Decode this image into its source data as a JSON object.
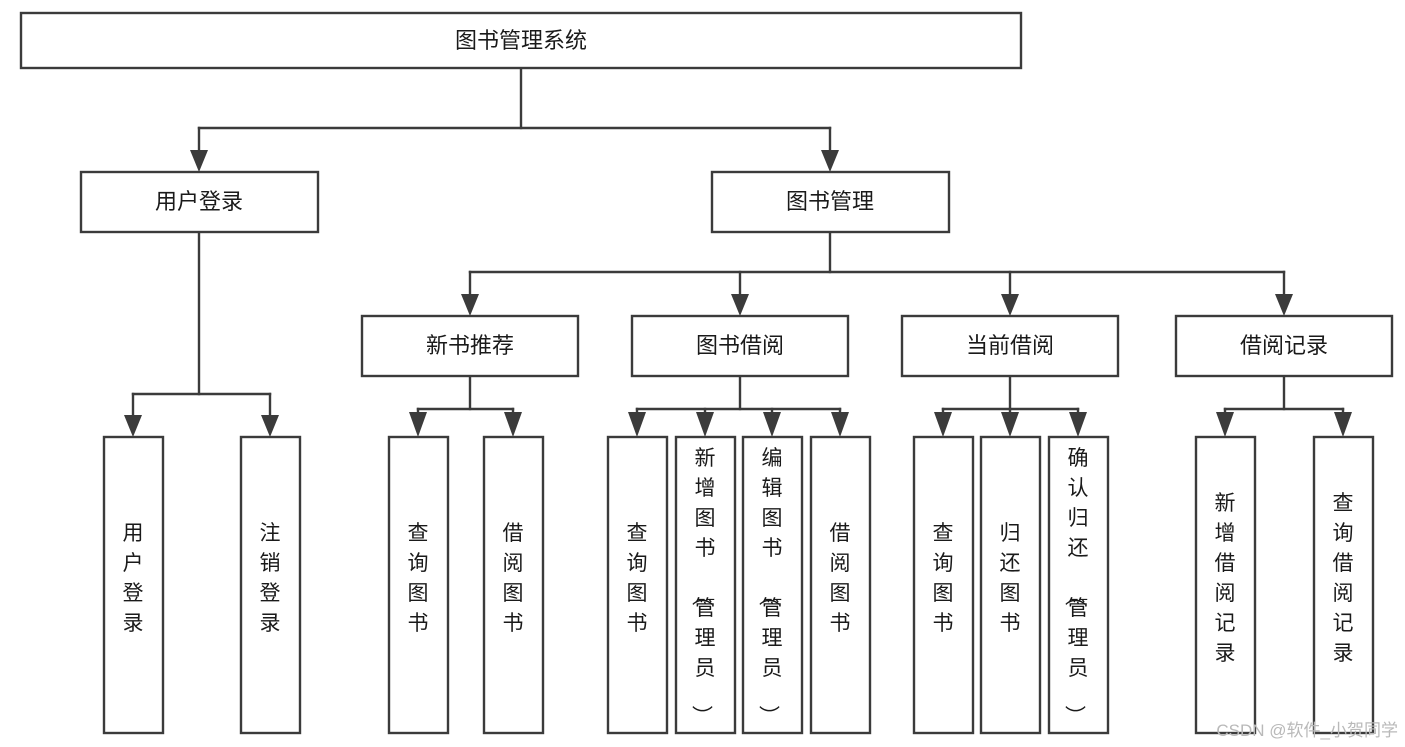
{
  "diagram": {
    "title": "图书管理系统",
    "type": "hierarchy-tree",
    "orientation": "top-down",
    "colors": {
      "box_stroke": "#3b3b3b",
      "box_fill": "#ffffff",
      "connector": "#3b3b3b",
      "text": "#1a1a1a",
      "watermark": "#b9b9b9",
      "background": "#ffffff"
    },
    "root": {
      "label": "图书管理系统",
      "text_mode": "horizontal"
    },
    "level2": [
      {
        "id": "user-login",
        "label": "用户登录",
        "text_mode": "horizontal"
      },
      {
        "id": "book-manage",
        "label": "图书管理",
        "text_mode": "horizontal"
      }
    ],
    "level3": [
      {
        "id": "new-book-recommend",
        "label": "新书推荐",
        "text_mode": "horizontal",
        "parent": "book-manage"
      },
      {
        "id": "book-borrow",
        "label": "图书借阅",
        "text_mode": "horizontal",
        "parent": "book-manage"
      },
      {
        "id": "current-borrow",
        "label": "当前借阅",
        "text_mode": "horizontal",
        "parent": "book-manage"
      },
      {
        "id": "borrow-record",
        "label": "借阅记录",
        "text_mode": "horizontal",
        "parent": "book-manage"
      }
    ],
    "leaves": {
      "user-login": [
        {
          "id": "leaf-user-login",
          "label": "用户登录",
          "text_mode": "vertical"
        },
        {
          "id": "leaf-user-logout",
          "label": "注销登录",
          "text_mode": "vertical"
        }
      ],
      "new-book-recommend": [
        {
          "id": "leaf-query-book-1",
          "label": "查询图书",
          "text_mode": "vertical"
        },
        {
          "id": "leaf-borrow-book-1",
          "label": "借阅图书",
          "text_mode": "vertical"
        }
      ],
      "book-borrow": [
        {
          "id": "leaf-query-book-2",
          "label": "查询图书",
          "text_mode": "vertical"
        },
        {
          "id": "leaf-add-book",
          "label": "新增图书（管理员）",
          "text_mode": "vertical"
        },
        {
          "id": "leaf-edit-book",
          "label": "编辑图书（管理员）",
          "text_mode": "vertical"
        },
        {
          "id": "leaf-borrow-book-2",
          "label": "借阅图书",
          "text_mode": "vertical"
        }
      ],
      "current-borrow": [
        {
          "id": "leaf-query-book-3",
          "label": "查询图书",
          "text_mode": "vertical"
        },
        {
          "id": "leaf-return-book",
          "label": "归还图书",
          "text_mode": "vertical"
        },
        {
          "id": "leaf-confirm-return",
          "label": "确认归还（管理员）",
          "text_mode": "vertical"
        }
      ],
      "borrow-record": [
        {
          "id": "leaf-add-record",
          "label": "新增借阅记录",
          "text_mode": "vertical"
        },
        {
          "id": "leaf-query-record",
          "label": "查询借阅记录",
          "text_mode": "vertical"
        }
      ]
    }
  },
  "watermark": {
    "text": "CSDN @软件_小贺同学"
  }
}
